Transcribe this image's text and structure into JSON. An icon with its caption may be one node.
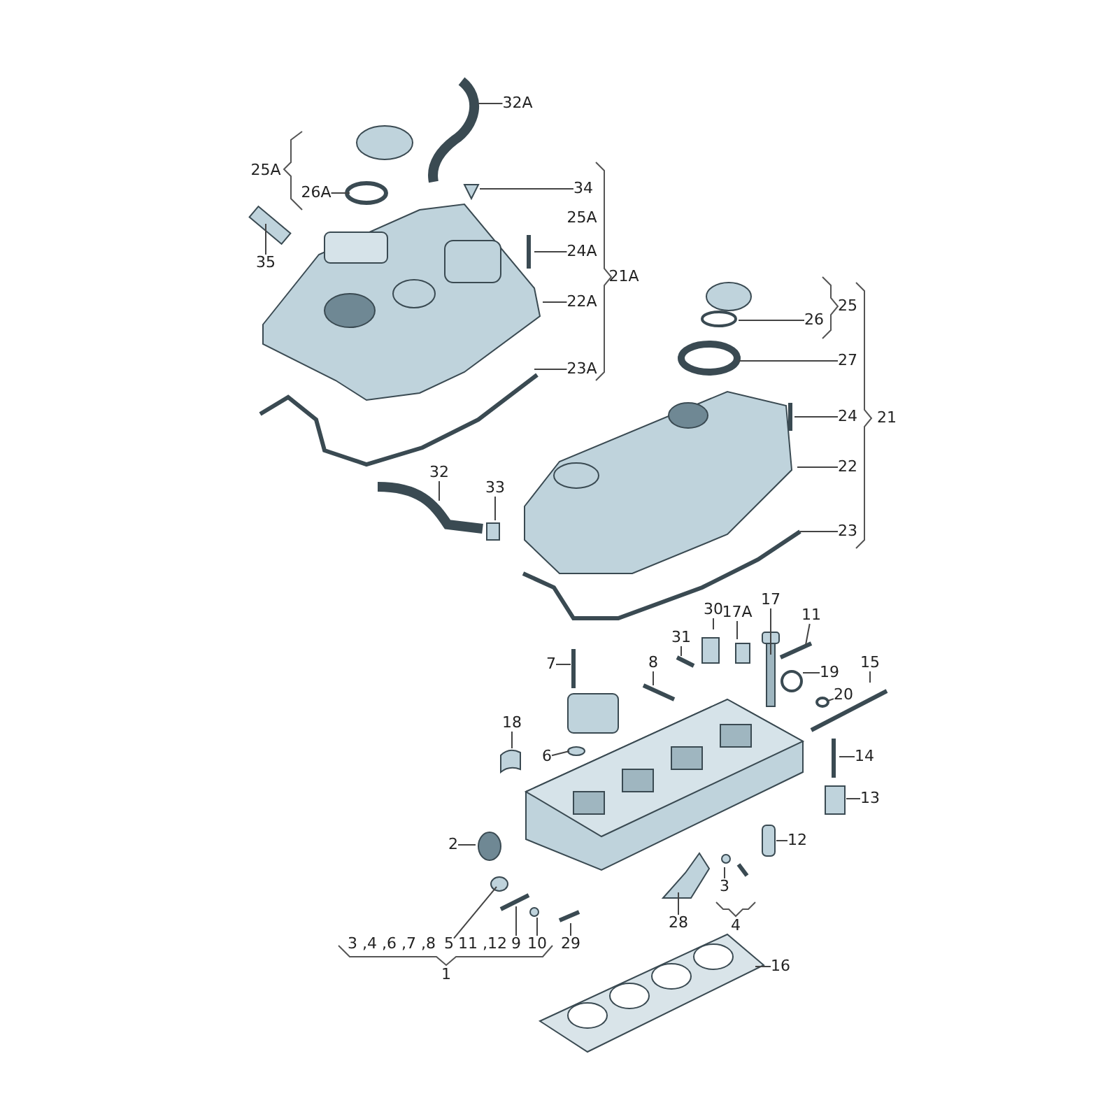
{
  "diagram": {
    "nodes": [
      {
        "text": [
          "32A"
        ]
      },
      {
        "text": [
          "26A"
        ]
      },
      {
        "text": [
          "34"
        ]
      },
      {
        "text": [
          "35"
        ]
      },
      {
        "text": [
          "24A"
        ]
      },
      {
        "text": [
          "22A"
        ]
      },
      {
        "text": [
          "23A"
        ]
      },
      {
        "text": [
          "26"
        ]
      },
      {
        "text": [
          "27"
        ]
      },
      {
        "text": [
          "24"
        ]
      },
      {
        "text": [
          "22"
        ]
      },
      {
        "text": [
          "23"
        ]
      },
      {
        "text": [
          "32"
        ]
      },
      {
        "text": [
          "33"
        ]
      },
      {
        "text": [
          "7"
        ]
      },
      {
        "text": [
          "8"
        ]
      },
      {
        "text": [
          "31"
        ]
      },
      {
        "text": [
          "30"
        ]
      },
      {
        "text": [
          "17A"
        ]
      },
      {
        "text": [
          "17"
        ]
      },
      {
        "text": [
          "11"
        ]
      },
      {
        "text": [
          "19"
        ]
      },
      {
        "text": [
          "15"
        ]
      },
      {
        "text": [
          "20"
        ]
      },
      {
        "text": [
          "18"
        ]
      },
      {
        "text": [
          "6"
        ]
      },
      {
        "text": [
          "14"
        ]
      },
      {
        "text": [
          "13"
        ]
      },
      {
        "text": [
          "2"
        ]
      },
      {
        "text": [
          "12"
        ]
      },
      {
        "text": [
          "3"
        ]
      },
      {
        "text": [
          "28"
        ]
      },
      {
        "text": [
          "16"
        ]
      },
      {
        "text": [
          "5"
        ]
      },
      {
        "text": [
          "9"
        ]
      },
      {
        "text": [
          "10"
        ]
      },
      {
        "text": [
          "29"
        ]
      },
      {
        "text": [
          "25A"
        ]
      },
      {
        "text": [
          "25A"
        ]
      },
      {
        "text": [
          "21A"
        ]
      },
      {
        "text": [
          "25"
        ]
      },
      {
        "text": [
          "21"
        ]
      },
      {
        "text": [
          "4"
        ]
      },
      {
        "text": [
          "3 ,4 ,6 ,7 ,8"
        ]
      },
      {
        "text": [
          "11 ,12"
        ]
      },
      {
        "text": [
          "1"
        ]
      }
    ],
    "edges": [
      {
        "from": 0,
        "to": null,
        "arrow": "none"
      },
      {
        "from": 1,
        "to": null,
        "arrow": "none"
      },
      {
        "from": 2,
        "to": null,
        "arrow": "none"
      },
      {
        "from": 3,
        "to": null,
        "arrow": "none"
      },
      {
        "from": 4,
        "to": null,
        "arrow": "none"
      },
      {
        "from": 5,
        "to": null,
        "arrow": "none"
      },
      {
        "from": 6,
        "to": null,
        "arrow": "none"
      },
      {
        "from": 7,
        "to": null,
        "arrow": "none"
      },
      {
        "from": 8,
        "to": null,
        "arrow": "none"
      },
      {
        "from": 9,
        "to": null,
        "arrow": "none"
      },
      {
        "from": 10,
        "to": null,
        "arrow": "none"
      },
      {
        "from": 11,
        "to": null,
        "arrow": "none"
      },
      {
        "from": 12,
        "to": null,
        "arrow": "none"
      },
      {
        "from": 13,
        "to": null,
        "arrow": "none"
      },
      {
        "from": 14,
        "to": null,
        "arrow": "none"
      },
      {
        "from": 15,
        "to": null,
        "arrow": "none"
      },
      {
        "from": 16,
        "to": null,
        "arrow": "none"
      },
      {
        "from": 17,
        "to": null,
        "arrow": "none"
      },
      {
        "from": 18,
        "to": null,
        "arrow": "none"
      },
      {
        "from": 19,
        "to": null,
        "arrow": "none"
      },
      {
        "from": 20,
        "to": null,
        "arrow": "none"
      },
      {
        "from": 21,
        "to": null,
        "arrow": "none"
      },
      {
        "from": 22,
        "to": null,
        "arrow": "none"
      },
      {
        "from": 23,
        "to": null,
        "arrow": "none"
      },
      {
        "from": 24,
        "to": null,
        "arrow": "none"
      },
      {
        "from": 25,
        "to": null,
        "arrow": "none"
      },
      {
        "from": 26,
        "to": null,
        "arrow": "none"
      },
      {
        "from": 27,
        "to": null,
        "arrow": "none"
      },
      {
        "from": 28,
        "to": null,
        "arrow": "none"
      },
      {
        "from": 29,
        "to": null,
        "arrow": "none"
      },
      {
        "from": 30,
        "to": null,
        "arrow": "none"
      },
      {
        "from": 31,
        "to": null,
        "arrow": "none"
      },
      {
        "from": 32,
        "to": null,
        "arrow": "none"
      },
      {
        "from": 33,
        "to": null,
        "arrow": "none"
      },
      {
        "from": 34,
        "to": null,
        "arrow": "none"
      },
      {
        "from": 35,
        "to": null,
        "arrow": "none"
      },
      {
        "from": 36,
        "to": null,
        "arrow": "none"
      }
    ]
  }
}
